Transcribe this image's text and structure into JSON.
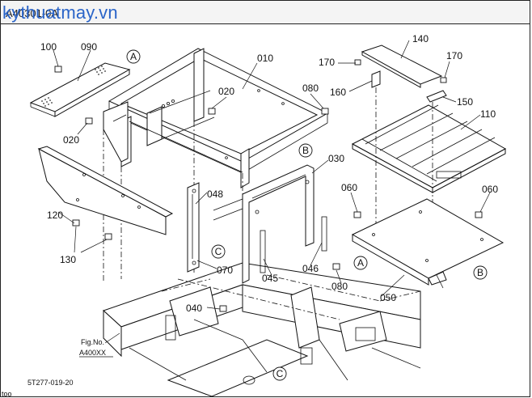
{
  "header": {
    "diagram_code": "A40301-0A",
    "watermark": "kythuatmay.vn"
  },
  "callouts": {
    "c010": "010",
    "c020a": "020",
    "c020b": "020",
    "c030": "030",
    "c040": "040",
    "c045": "045",
    "c046": "046",
    "c048": "048",
    "c050": "050",
    "c060a": "060",
    "c060b": "060",
    "c070": "070",
    "c080a": "080",
    "c080b": "080",
    "c090": "090",
    "c100": "100",
    "c110": "110",
    "c120": "120",
    "c130": "130",
    "c140": "140",
    "c150": "150",
    "c160": "160",
    "c170a": "170",
    "c170b": "170"
  },
  "refs": {
    "a1": "A",
    "a2": "A",
    "b1": "B",
    "b2": "B",
    "c1": "C",
    "c2": "C"
  },
  "figure_ref": {
    "label": "Fig.No.",
    "number": "A400XX"
  },
  "footer": {
    "drawing_no": "5T277-019-20",
    "corner": "too"
  }
}
